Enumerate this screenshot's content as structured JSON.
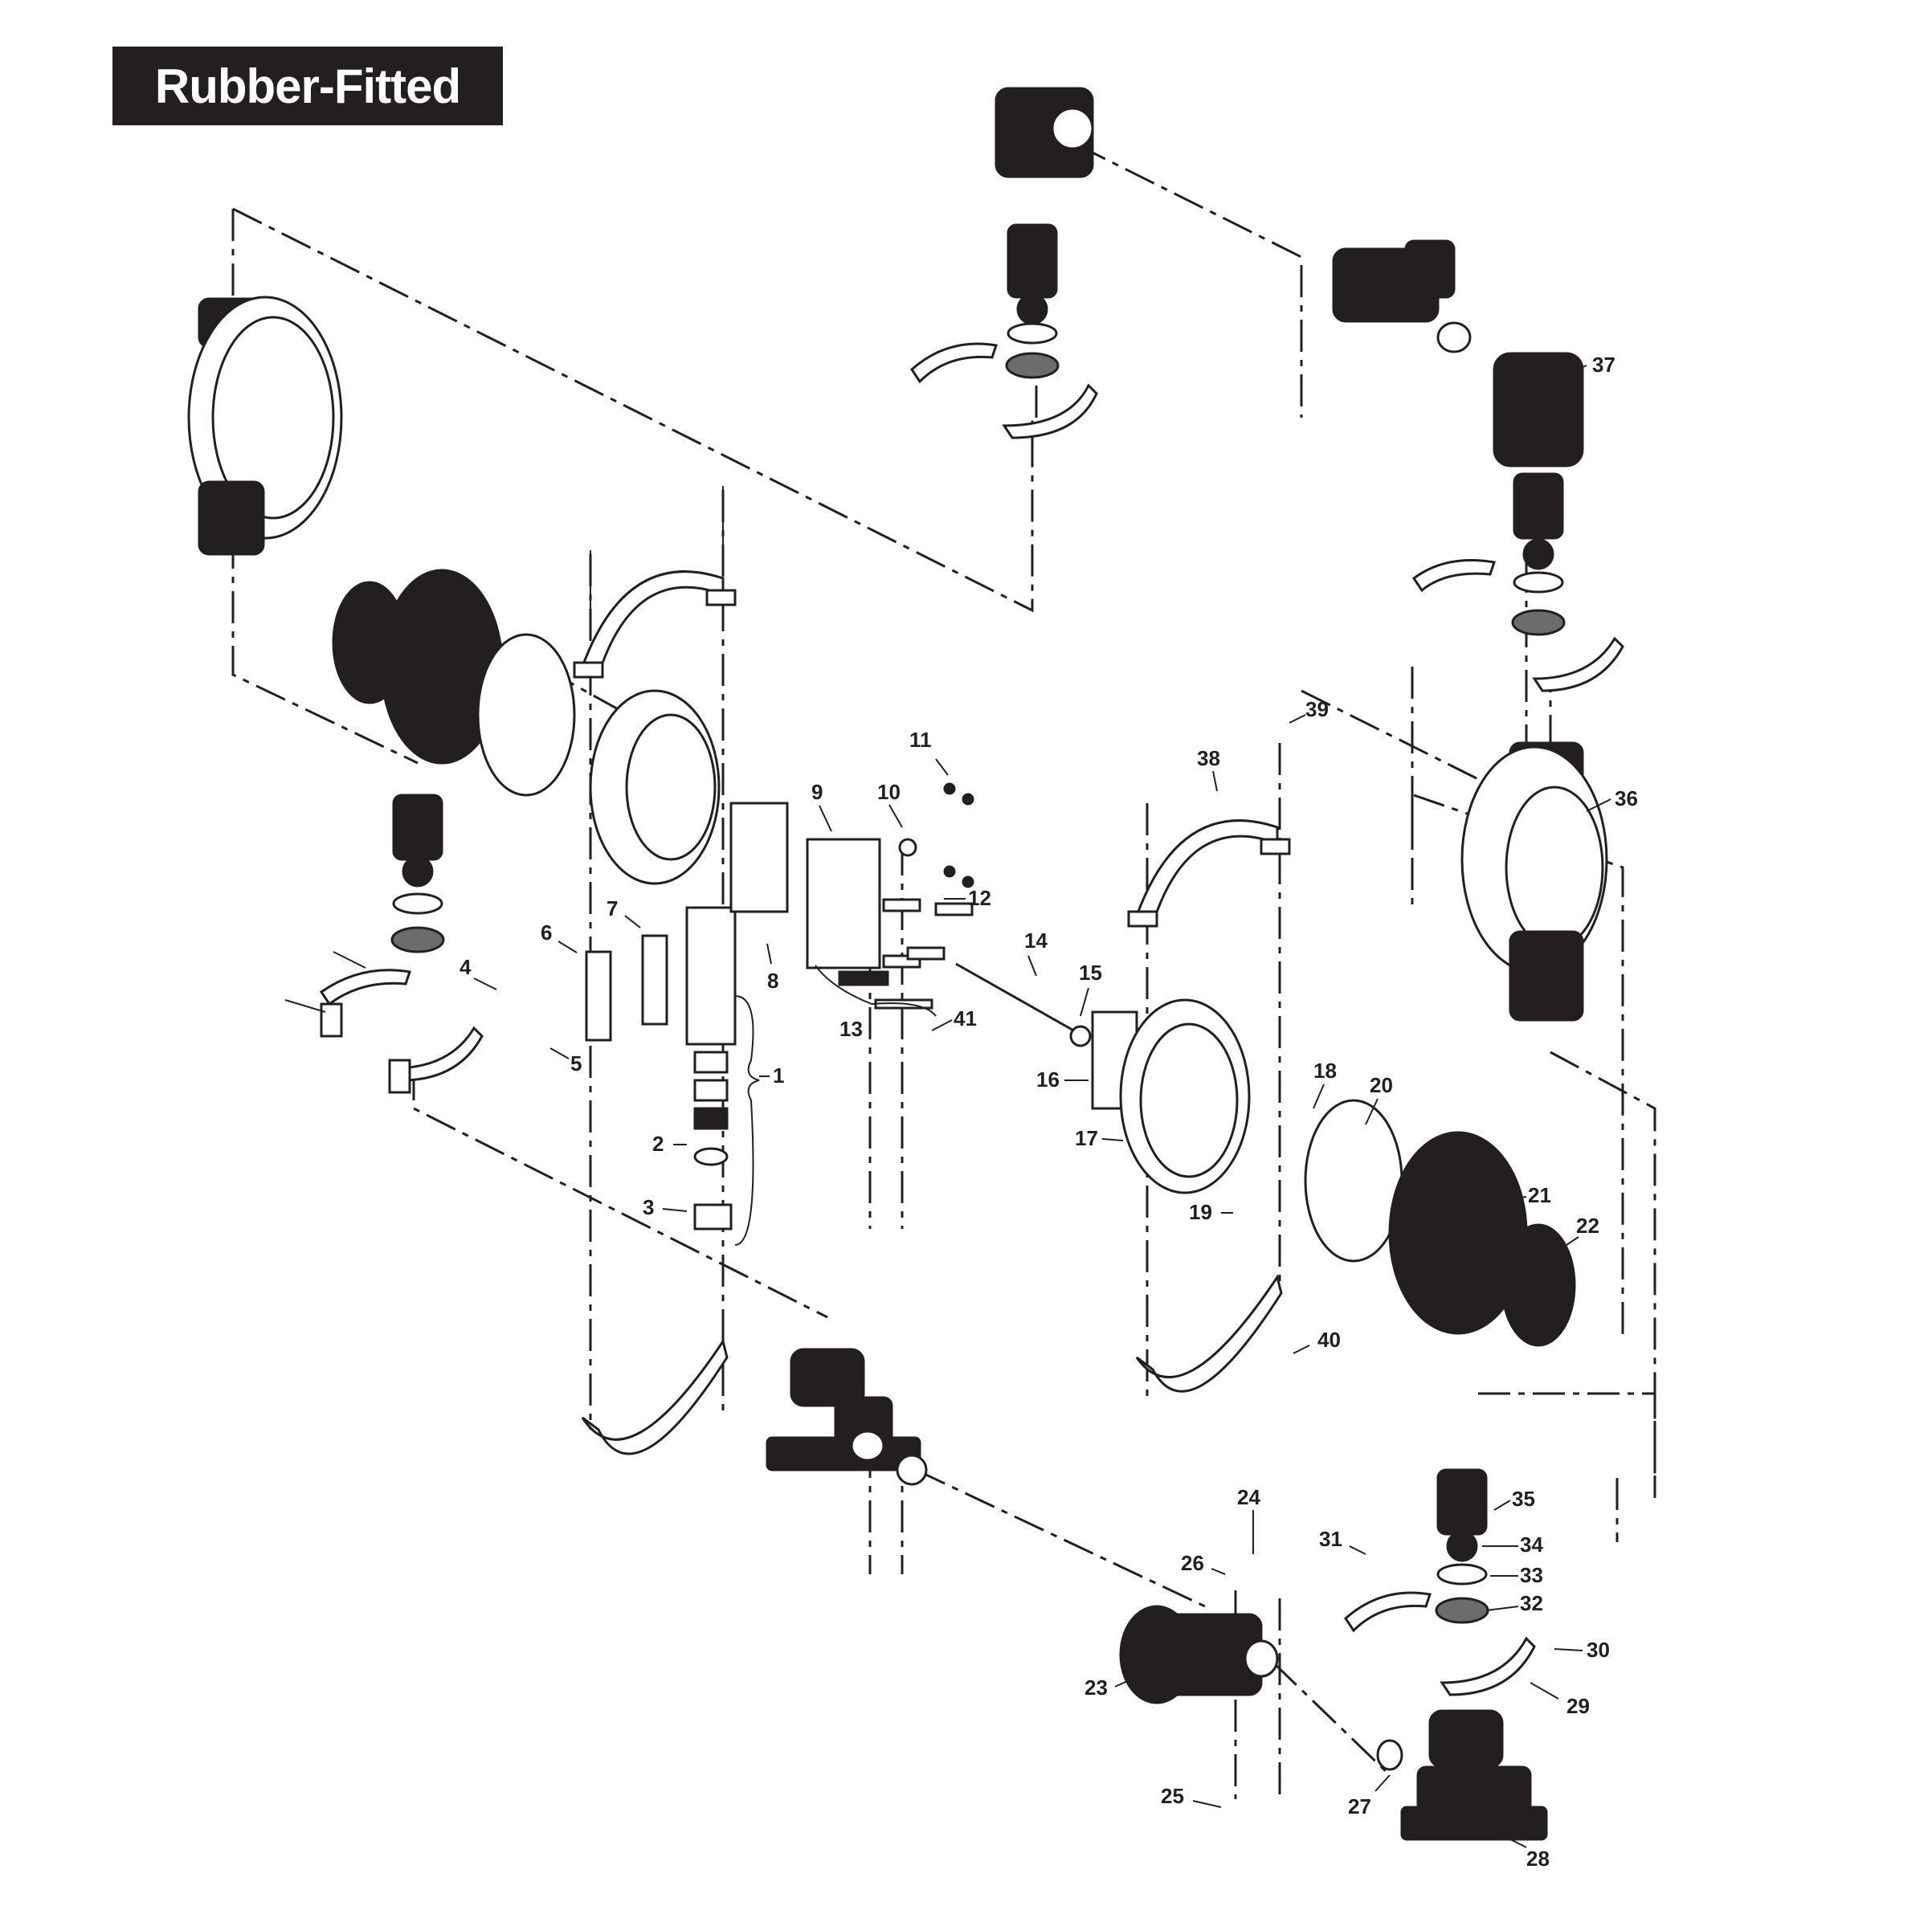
{
  "title": "Rubber-Fitted",
  "colors": {
    "ink": "#231f20",
    "banner_text": "#ffffff",
    "background": "#ffffff"
  },
  "callouts": [
    {
      "id": "1",
      "text": "1"
    },
    {
      "id": "2",
      "text": "2"
    },
    {
      "id": "3",
      "text": "3"
    },
    {
      "id": "4",
      "text": "4"
    },
    {
      "id": "5",
      "text": "5"
    },
    {
      "id": "6",
      "text": "6"
    },
    {
      "id": "7",
      "text": "7"
    },
    {
      "id": "8",
      "text": "8"
    },
    {
      "id": "9",
      "text": "9"
    },
    {
      "id": "10",
      "text": "10"
    },
    {
      "id": "11",
      "text": "11"
    },
    {
      "id": "12",
      "text": "12"
    },
    {
      "id": "13",
      "text": "13"
    },
    {
      "id": "14",
      "text": "14"
    },
    {
      "id": "15",
      "text": "15"
    },
    {
      "id": "16",
      "text": "16"
    },
    {
      "id": "17",
      "text": "17"
    },
    {
      "id": "18",
      "text": "18"
    },
    {
      "id": "19",
      "text": "19"
    },
    {
      "id": "20",
      "text": "20"
    },
    {
      "id": "21",
      "text": "21"
    },
    {
      "id": "22",
      "text": "22"
    },
    {
      "id": "23",
      "text": "23"
    },
    {
      "id": "24",
      "text": "24"
    },
    {
      "id": "25",
      "text": "25"
    },
    {
      "id": "26",
      "text": "26"
    },
    {
      "id": "27",
      "text": "27"
    },
    {
      "id": "28",
      "text": "28"
    },
    {
      "id": "29",
      "text": "29"
    },
    {
      "id": "30",
      "text": "30"
    },
    {
      "id": "31",
      "text": "31"
    },
    {
      "id": "32",
      "text": "32"
    },
    {
      "id": "33",
      "text": "33"
    },
    {
      "id": "34",
      "text": "34"
    },
    {
      "id": "35",
      "text": "35"
    },
    {
      "id": "36",
      "text": "36"
    },
    {
      "id": "37",
      "text": "37"
    },
    {
      "id": "38",
      "text": "38"
    },
    {
      "id": "39",
      "text": "39"
    },
    {
      "id": "40",
      "text": "40"
    },
    {
      "id": "41",
      "text": "41"
    }
  ]
}
